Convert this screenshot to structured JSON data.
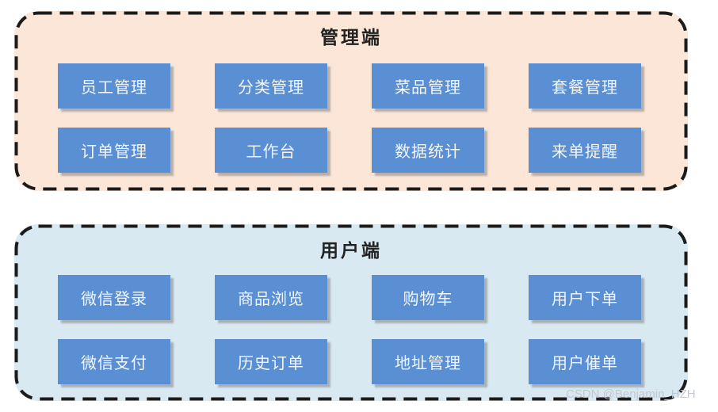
{
  "panels": [
    {
      "title": "管理端",
      "modules": [
        "员工管理",
        "分类管理",
        "菜品管理",
        "套餐管理",
        "订单管理",
        "工作台",
        "数据统计",
        "来单提醒"
      ]
    },
    {
      "title": "用户端",
      "modules": [
        "微信登录",
        "商品浏览",
        "购物车",
        "用户下单",
        "微信支付",
        "历史订单",
        "地址管理",
        "用户催单"
      ]
    }
  ],
  "watermark": "CSDN @Benjamin_HZH",
  "colors": {
    "admin_panel_bg": "#FBE6D7",
    "user_panel_bg": "#D9E9F2",
    "module_fill": "#5B8FD4",
    "module_text": "#F2F6FD",
    "dash_border": "#1B1B1B",
    "watermark_text": "#C1C6CE"
  }
}
